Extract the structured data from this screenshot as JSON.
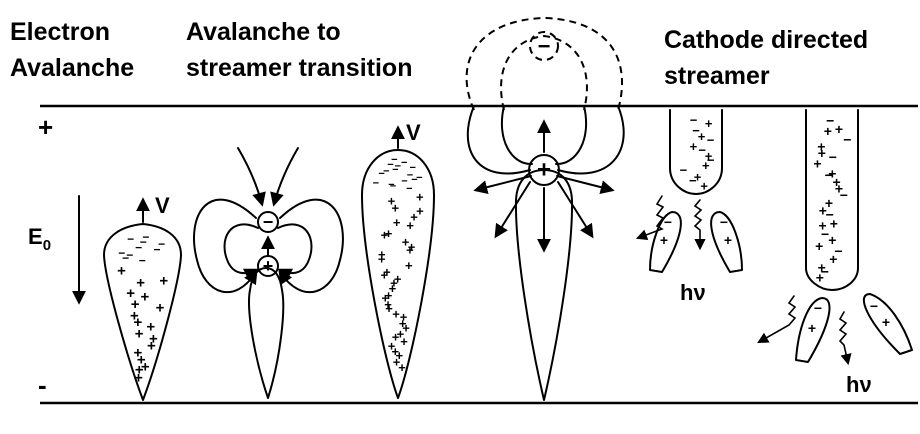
{
  "headers": {
    "col1_line1": "Electron",
    "col1_line2": "Avalanche",
    "col2_line1": "Avalanche to",
    "col2_line2": "streamer transition",
    "col3_line1": "Cathode directed",
    "col3_line2": "streamer"
  },
  "electrodes": {
    "anode_sign": "+",
    "cathode_sign": "-"
  },
  "field": {
    "label": "E",
    "subscript": "0"
  },
  "velocity_label": "V",
  "photon_label": "hν",
  "charge_labels": {
    "positive": "+",
    "negative": "−"
  }
}
